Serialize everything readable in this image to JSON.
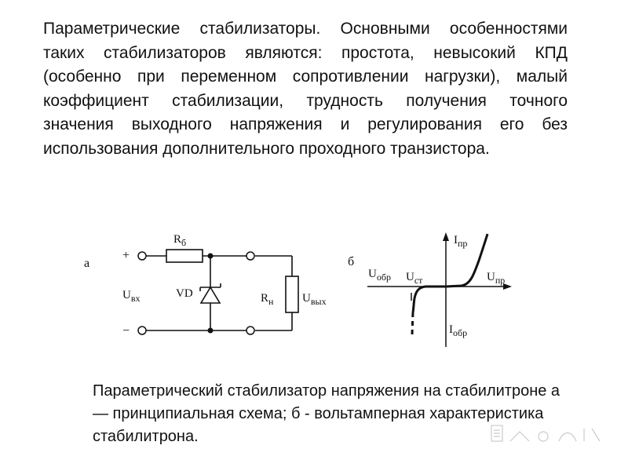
{
  "paragraph": "Параметрические стабилизаторы. Основными особенностями таких стабилизаторов являются: простота, невысокий КПД (особенно при переменном сопротивлении нагрузки), малый коэффициент стабилизации, трудность получения точного значения выходного напряжения и регулирования его без использования дополнительного проходного транзистора.",
  "figure_a": {
    "panel_label": "а",
    "plus": "+",
    "minus": "−",
    "resistor": {
      "letter": "R",
      "sub": "б"
    },
    "input_voltage": {
      "letter": "U",
      "sub": "вх"
    },
    "diode_label": "VD",
    "load": {
      "letter": "R",
      "sub": "н"
    },
    "output_voltage": {
      "letter": "U",
      "sub": "вых"
    }
  },
  "figure_b": {
    "panel_label": "б",
    "i_forward": {
      "letter": "I",
      "sub": "пр"
    },
    "u_reverse": {
      "letter": "U",
      "sub": "обр"
    },
    "u_stab": {
      "letter": "U",
      "sub": "ст"
    },
    "u_forward": {
      "letter": "U",
      "sub": "пр"
    },
    "i_reverse": {
      "letter": "I",
      "sub": "обр"
    }
  },
  "caption": "Параметрический стабилизатор напряжения на стабилитроне а — принципиальная схема; б - вольтамперная характеристика стабилитрона."
}
